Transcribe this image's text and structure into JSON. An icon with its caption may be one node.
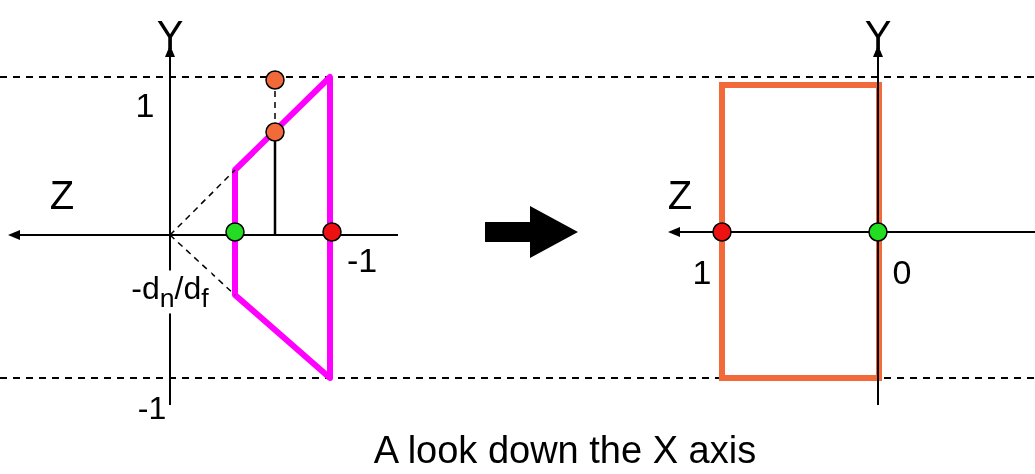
{
  "diagram": {
    "caption": "A look down the X axis",
    "labels": [
      "Y",
      "Y",
      "1",
      "Z",
      "Z",
      "-1",
      "1",
      "0",
      "-d$_{n}$/d$_{f}$",
      "-1"
    ]
  }
}
